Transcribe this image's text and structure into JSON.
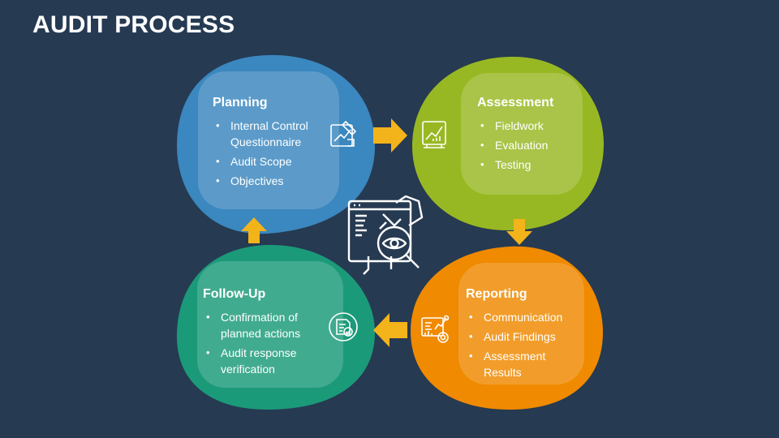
{
  "title": "AUDIT PROCESS",
  "colors": {
    "background": "#263a52",
    "planning": "#3b87bf",
    "assessment": "#98b823",
    "reporting": "#f08a00",
    "followup": "#1b9a79",
    "arrow": "#f3b31a"
  },
  "stages": [
    {
      "title": "Planning",
      "icon": "blueprint-icon",
      "items": [
        "Internal Control Questionnaire",
        "Audit Scope",
        "Objectives"
      ]
    },
    {
      "title": "Assessment",
      "icon": "chart-board-icon",
      "items": [
        "Fieldwork",
        "Evaluation",
        "Testing"
      ]
    },
    {
      "title": "Reporting",
      "icon": "dashboard-report-icon",
      "items": [
        "Communication",
        "Audit Findings",
        "Assessment Results"
      ]
    },
    {
      "title": "Follow-Up",
      "icon": "document-check-icon",
      "items": [
        "Confirmation of planned actions",
        "Audit response verification"
      ]
    }
  ],
  "center_icon": "document-magnifier-eye-icon"
}
